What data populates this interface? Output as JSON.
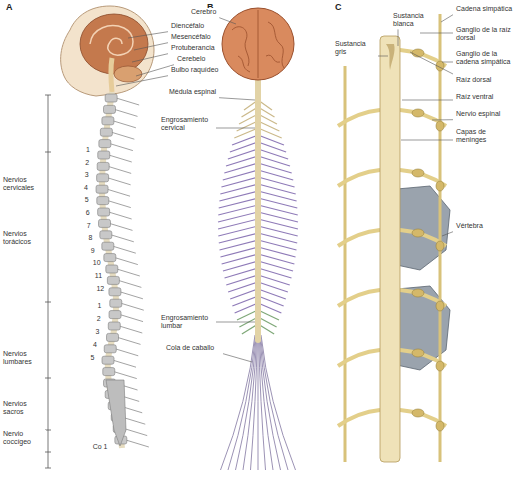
{
  "diagram": {
    "labels": [
      "A",
      "B",
      "C",
      "Cerebro",
      "Diencéfalo",
      "Mesencéfalo",
      "Protuberancia",
      "Cerebelo",
      "Bulbo raquídeo",
      "Médula espinal",
      "Engrosamiento cervical",
      "Engrosamiento lumbar",
      "Cola de caballo",
      "Nervios cervicales",
      "Nervios torácicos",
      "Nervios lumbares",
      "Nervios sacros",
      "Nervio coccígeo",
      "Sustancia blanca",
      "Sustancia gris",
      "Cadena simpática",
      "Ganglio de la raíz dorsal",
      "Ganglio de la cadena simpática",
      "Raíz dorsal",
      "Raíz ventral",
      "Nervio espinal",
      "Capas de meninges",
      "Vértebra",
      "1",
      "2",
      "3",
      "4",
      "5",
      "6",
      "7",
      "8",
      "9",
      "10",
      "11",
      "12",
      "1",
      "2",
      "3",
      "4",
      "5",
      "Co 1"
    ]
  }
}
